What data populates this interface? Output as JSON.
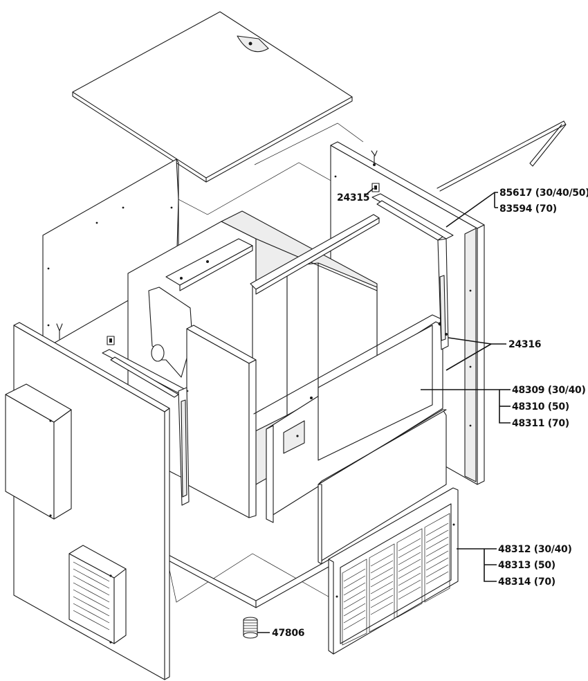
{
  "callouts": {
    "p24315": "24315",
    "p85617": "85617 (30/40/50)",
    "p83594": "83594 (70)",
    "p24316": "24316",
    "p48309": "48309 (30/40)",
    "p48310": "48310 (50)",
    "p48311": "48311 (70)",
    "p48312": "48312 (30/40)",
    "p48313": "48313 (50)",
    "p48314": "48314 (70)",
    "p47806": "47806"
  }
}
